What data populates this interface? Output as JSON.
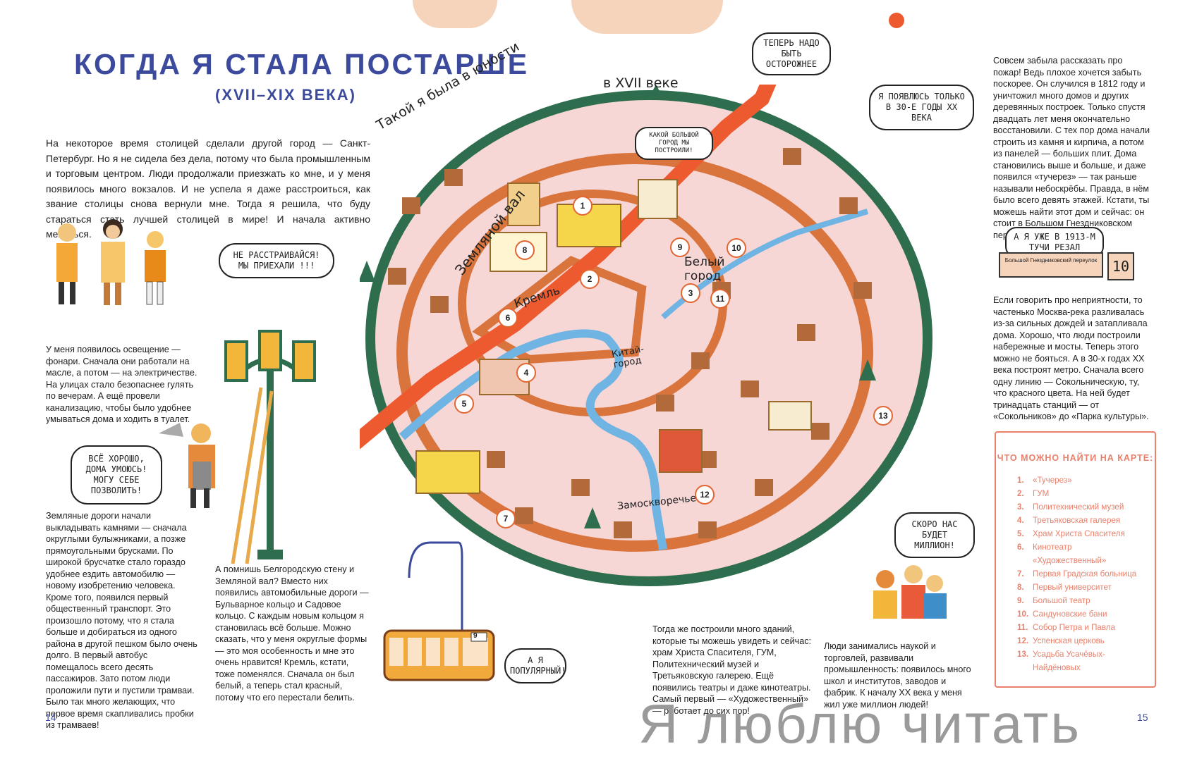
{
  "title": "КОГДА Я СТАЛА ПОСТАРШЕ",
  "subtitle": "(XVII–XIX ВЕКА)",
  "intro": "На некоторое время столицей сделали другой город — Санкт-Петербург. Но я не сидела без дела, потому что была промышленным и торговым центром. Люди продолжали приезжать ко мне, и у меня появилось много вокзалов. И не успела я даже расстроиться, как звание столицы снова вернули мне. Тогда я решила, что буду стараться стать лучшей столицей в мире! И начала активно меняться.",
  "bubbles": {
    "arrival": "Не расстраивайся! Мы приехали !!!",
    "wash": "Всё хорошо, дома умоюсь! Могу себе позволить!",
    "careful": "Теперь надо быть осторожнее",
    "appear": "Я появлюсь только в 30-е годы XX века",
    "million": "Скоро нас будет миллион!",
    "popular": "А я популярный!",
    "cut": "А я уже в 1913-м тучи резал",
    "big_city": "Какой большой город мы построили!"
  },
  "paragraphs": {
    "lighting": "У меня появилось освещение — фонари. Сначала они работали на масле, а потом — на электричестве. На улицах стало безопаснее гулять по вечерам. А ещё провели канализацию, чтобы было удобнее умываться дома и ходить в туалет.",
    "roads": "Земляные дороги начали выкладывать камнями — сначала округлыми булыжниками, а позже прямоугольными брусками. По широкой брусчатке стало гораздо удобнее ездить автомобилю — новому изобретению человека. Кроме того, появился первый общественный транспорт. Это произошло потому, что я стала больше и добираться из одного района в другой пешком было очень долго. В первый автобус помещалось всего десять пассажиров. Зато потом люди проложили пути и пустили трамваи. Было так много желающих, что первое время скапливались пробки из трамваев!",
    "walls": "А помнишь Белгородскую стену и Земляной вал? Вместо них появились автомобильные дороги — Бульварное кольцо и Садовое кольцо. С каждым новым кольцом я становилась всё больше. Можно сказать, что у меня округлые формы — это моя особенность и мне это очень нравится! Кремль, кстати, тоже поменялся. Сначала он был белый, а теперь стал красный, потому что его перестали белить.",
    "buildings": "Тогда же построили много зданий, которые ты можешь увидеть и сейчас: храм Христа Спасителя, ГУМ, Политехнический музей и Третьяковскую галерею. Ещё появились театры и даже кинотеатры. Самый первый — «Художественный» — работает до сих пор!",
    "science": "Люди занимались наукой и торговлей, развивали промышленность: появилось много школ и институтов, заводов и фабрик. К началу XX века у меня жил уже миллион людей!",
    "fire": "Совсем забыла рассказать про пожар! Ведь плохое хочется забыть поскорее. Он случился в 1812 году и уничтожил много домов и других деревянных построек. Только спустя двадцать лет меня окончательно восстановили. С тех пор дома начали строить из камня и кирпича, а потом из панелей — больших плит. Дома становились выше и больше, и даже появился «тучерез» — так раньше называли небоскрёбы. Правда, в нём было всего девять этажей. Кстати, ты можешь найти этот дом и сейчас: он стоит в Большом Гнездниковском переулке под номером 10.",
    "river": "Если говорить про неприятности, то частенько Москва-река разливалась из-за сильных дождей и затапливала дома. Хорошо, что люди построили набережные и мосты. Теперь этого можно не бояться. А в 30-х годах XX века построят метро. Сначала всего одну линию — Сокольническую, ту, что красного цвета. На ней будет тринадцать станций — от «Сокольников» до «Парка культуры»."
  },
  "map_labels": {
    "youth": "Такой я была в юности",
    "century": "в XVII веке",
    "zemlyanoy": "Земляной вал",
    "bely_gorod": "Белый город",
    "kremlin": "Кремль",
    "kitay": "Китай-город",
    "zamosk": "Замоскворечье"
  },
  "sign": {
    "street": "Большой Гнездниковский переулок",
    "number": "10"
  },
  "legend": {
    "heading": "ЧТО МОЖНО НАЙТИ НА КАРТЕ:",
    "items": [
      {
        "n": "1.",
        "label": "«Тучерез»"
      },
      {
        "n": "2.",
        "label": "ГУМ"
      },
      {
        "n": "3.",
        "label": "Политехнический музей"
      },
      {
        "n": "4.",
        "label": "Третьяковская галерея"
      },
      {
        "n": "5.",
        "label": "Храм Христа Спасителя"
      },
      {
        "n": "6.",
        "label": "Кинотеатр"
      },
      {
        "n": "",
        "label": "«Художественный»"
      },
      {
        "n": "7.",
        "label": "Первая Градская больница"
      },
      {
        "n": "8.",
        "label": "Первый университет"
      },
      {
        "n": "9.",
        "label": "Большой театр"
      },
      {
        "n": "10.",
        "label": "Сандуновские бани"
      },
      {
        "n": "11.",
        "label": "Собор Петра и Павла"
      },
      {
        "n": "12.",
        "label": "Успенская церковь"
      },
      {
        "n": "13.",
        "label": "Усадьба Усачёвых-"
      },
      {
        "n": "",
        "label": "Найдёновых"
      }
    ]
  },
  "pins": [
    "1",
    "2",
    "3",
    "4",
    "5",
    "6",
    "7",
    "8",
    "9",
    "10",
    "11",
    "12",
    "13"
  ],
  "tram_number": "9",
  "page_left": "14",
  "page_right": "15",
  "watermark": "Я  люблю читать",
  "colors": {
    "title": "#3b4a9c",
    "legend": "#e9806b",
    "map_bg": "#f7d6d6",
    "ring": "#2e6e4e",
    "wall": "#d9743d",
    "metro": "#ee5a2f",
    "river": "#6fb4e3"
  }
}
